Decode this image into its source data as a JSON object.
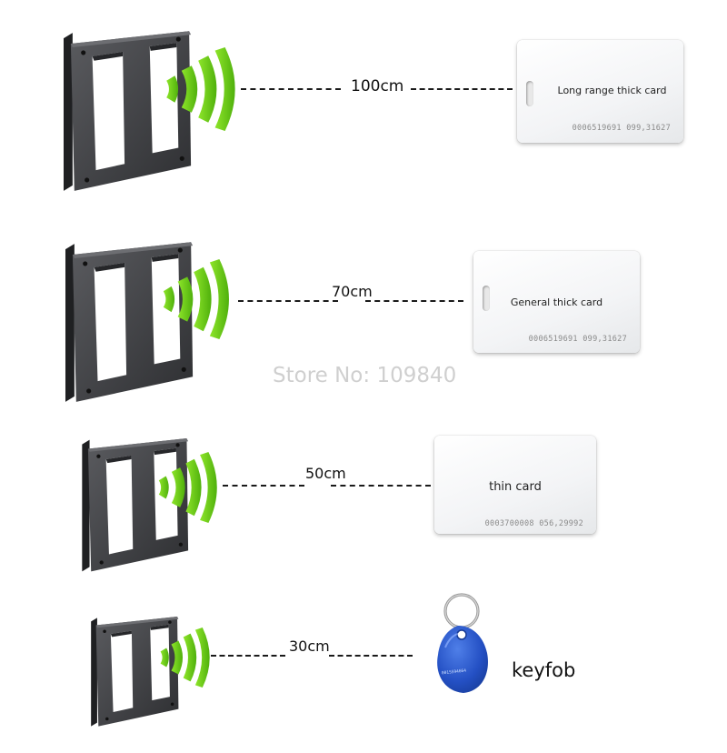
{
  "watermark": "Store No: 109840",
  "rows": [
    {
      "distance": "100cm",
      "card_label": "Long range thick card",
      "card_serial": "0006519691 099,31627"
    },
    {
      "distance": "70cm",
      "card_label": "General thick card",
      "card_serial": "0006519691 099,31627"
    },
    {
      "distance": "50cm",
      "card_label": "thin card",
      "card_serial": "0003700008 056,29992"
    },
    {
      "distance": "30cm",
      "card_label": "keyfob",
      "card_serial": "0015594664"
    }
  ],
  "colors": {
    "wave_green": "#5ec20f",
    "reader_gray": "#3a3b3e",
    "keyfob_blue": "#1f4fc4"
  }
}
